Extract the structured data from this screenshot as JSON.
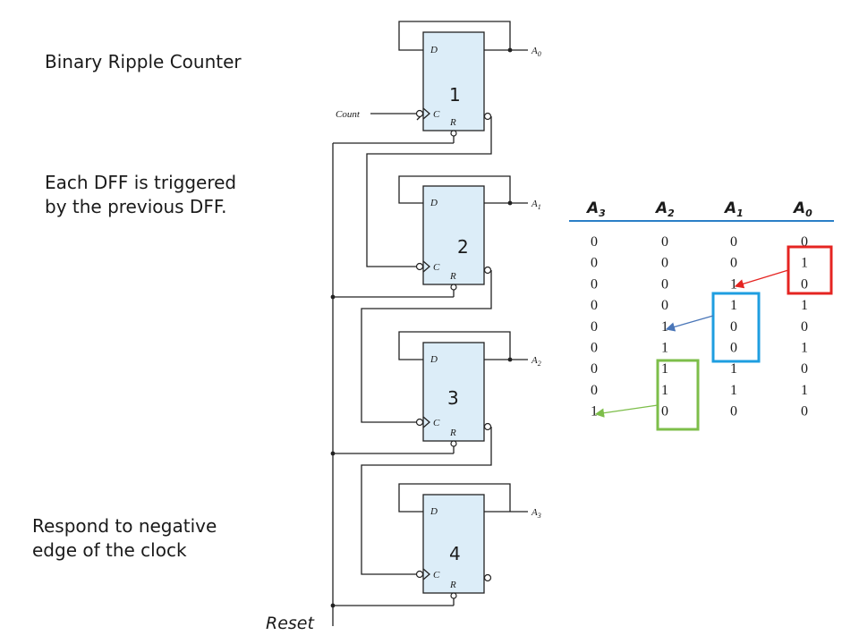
{
  "text": {
    "title": "Binary Ripple Counter",
    "note1_line1": "Each DFF is triggered",
    "note1_line2": "by the previous DFF.",
    "note2_line1": "Respond to negative",
    "note2_line2": "edge of the clock",
    "reset": "Reset"
  },
  "circuit": {
    "count_label": "Count",
    "flipflops": [
      {
        "number": "1",
        "output": "A",
        "sub": "0",
        "d": "D",
        "c": "C",
        "r": "R"
      },
      {
        "number": "2",
        "output": "A",
        "sub": "1",
        "d": "D",
        "c": "C",
        "r": "R"
      },
      {
        "number": "3",
        "output": "A",
        "sub": "2",
        "d": "D",
        "c": "C",
        "r": "R"
      },
      {
        "number": "4",
        "output": "A",
        "sub": "3",
        "d": "D",
        "c": "C",
        "r": "R"
      }
    ]
  },
  "table": {
    "headers": [
      {
        "base": "A",
        "sub": "3"
      },
      {
        "base": "A",
        "sub": "2"
      },
      {
        "base": "A",
        "sub": "1"
      },
      {
        "base": "A",
        "sub": "0"
      }
    ],
    "rows": [
      [
        "0",
        "0",
        "0",
        "0"
      ],
      [
        "0",
        "0",
        "0",
        "1"
      ],
      [
        "0",
        "0",
        "1",
        "0"
      ],
      [
        "0",
        "0",
        "1",
        "1"
      ],
      [
        "0",
        "1",
        "0",
        "0"
      ],
      [
        "0",
        "1",
        "0",
        "1"
      ],
      [
        "0",
        "1",
        "1",
        "0"
      ],
      [
        "0",
        "1",
        "1",
        "1"
      ],
      [
        "1",
        "0",
        "0",
        "0"
      ]
    ]
  },
  "colors": {
    "ff_fill": "#dcedf8",
    "wire": "#222222",
    "highlight_red": "#e52421",
    "highlight_blue": "#1e9ee0",
    "highlight_green": "#7dbe4a",
    "arrow_blue": "#4a76b8",
    "header_rule": "#2a7fc7"
  }
}
